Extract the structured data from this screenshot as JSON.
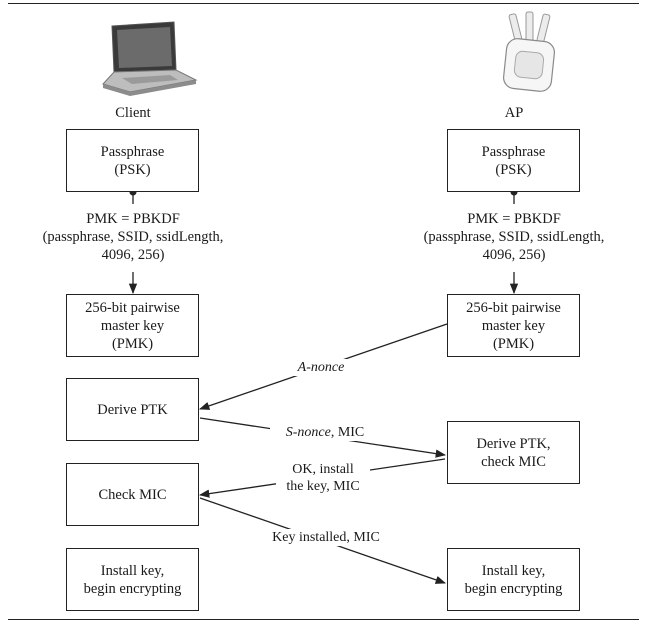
{
  "client": {
    "label": "Client",
    "boxes": {
      "passphrase": "Passphrase\n(PSK)",
      "pmk": "256-bit pairwise\nmaster key\n(PMK)",
      "derive": "Derive PTK",
      "check": "Check MIC",
      "install": "Install key,\nbegin encrypting"
    },
    "formula": "PMK = PBKDF\n(passphrase, SSID, ssidLength,\n4096, 256)"
  },
  "ap": {
    "label": "AP",
    "boxes": {
      "passphrase": "Passphrase\n(PSK)",
      "pmk": "256-bit pairwise\nmaster key\n(PMK)",
      "derive": "Derive PTK,\ncheck MIC",
      "install": "Install key,\nbegin encrypting"
    },
    "formula": "PMK = PBKDF\n(passphrase, SSID, ssidLength,\n4096, 256)"
  },
  "messages": {
    "anonce": "A-nonce",
    "snonce_nonce": "S-nonce",
    "snonce_rest": ", MIC",
    "ok": "OK, install\nthe key, MIC",
    "installed": "Key installed, MIC"
  },
  "icons": [
    "laptop-icon",
    "access-point-icon"
  ]
}
